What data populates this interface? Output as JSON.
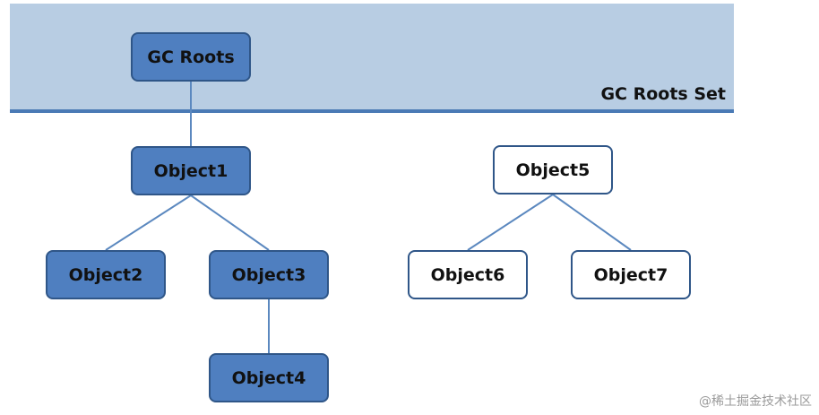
{
  "gc_roots_set": {
    "label": "GC Roots Set"
  },
  "nodes": {
    "gc_roots": "GC Roots",
    "object1": "Object1",
    "object2": "Object2",
    "object3": "Object3",
    "object4": "Object4",
    "object5": "Object5",
    "object6": "Object6",
    "object7": "Object7"
  },
  "colors": {
    "band": "#b8cde3",
    "band_line": "#4a7ab5",
    "reachable_fill": "#4f7fc0",
    "node_border": "#2f5688",
    "connector": "#5b88bf"
  },
  "watermark": "@稀土掘金技术社区"
}
